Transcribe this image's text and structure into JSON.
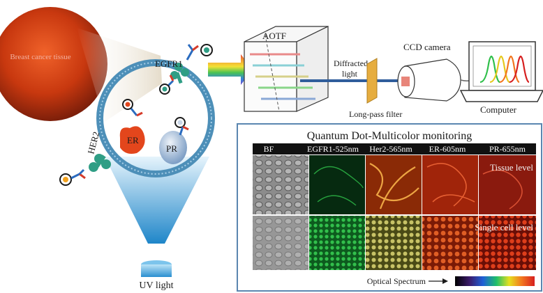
{
  "tissue_label": "Breast cancer tissue",
  "receptors": {
    "egfr1": "EGFR1",
    "her2": "HER2",
    "er": "ER",
    "pr": "PR"
  },
  "uv_label": "UV light",
  "aotf_label": "AOTF",
  "diffracted_label": [
    "Diffracted",
    "light"
  ],
  "filter_label": "Long-pass filter",
  "ccd_label": "CCD camera",
  "computer_label": "Computer",
  "panel": {
    "title": "Quantum Dot-Multicolor monitoring",
    "columns": [
      "BF",
      "EGFR1-525nm",
      "Her2-565nm",
      "ER-605nm",
      "PR-655nm"
    ],
    "row_labels": [
      "Tissue level",
      "Single cell level"
    ],
    "spectrum_label": "Optical Spectrum"
  },
  "colors": {
    "tissue": "#c8380f",
    "vesicle": "#4d8fb8",
    "antibody": "#2f9e85",
    "er": "#e3461c",
    "pr": "#9fb8d6",
    "uv": "#3fa8e0",
    "filter": "#e6ad3f"
  }
}
